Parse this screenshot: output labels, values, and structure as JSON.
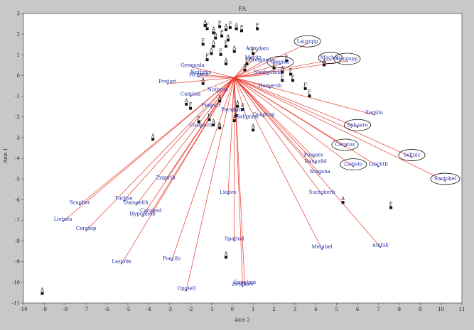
{
  "chart_data": {
    "type": "scatter",
    "title": "FA",
    "xlabel": "Axis 2",
    "ylabel": "Axis 1",
    "xlim": [
      -10,
      11
    ],
    "ylim": [
      -11,
      3
    ],
    "xticks": [
      -10,
      -9,
      -8,
      -7,
      -6,
      -5,
      -4,
      -3,
      -2,
      -1,
      0,
      1,
      2,
      3,
      4,
      5,
      6,
      7,
      8,
      9,
      10,
      11
    ],
    "yticks": [
      3,
      2,
      1,
      0,
      -1,
      -2,
      -3,
      -4,
      -5,
      -6,
      -7,
      -8,
      -9,
      -10,
      -11
    ],
    "origin": [
      0.1,
      -0.1
    ],
    "vector_color": "#e8382a",
    "species_color": "#1f2fa8",
    "species": [
      {
        "name": "Lauropp",
        "x": 3.6,
        "y": 1.55,
        "circled": true
      },
      {
        "name": "Machau",
        "x": 4.7,
        "y": 0.75,
        "circled": true
      },
      {
        "name": "Lauropp",
        "x": 5.5,
        "y": 0.7,
        "circled": true
      },
      {
        "name": "Oppiell",
        "x": 2.3,
        "y": 0.55,
        "circled": true
      },
      {
        "name": "Xenillu",
        "x": 6.8,
        "y": -1.9
      },
      {
        "name": "Sphaero",
        "x": 6.0,
        "y": -2.5,
        "circled": true
      },
      {
        "name": "Ceratoz",
        "x": 5.4,
        "y": -3.45,
        "circled": true
      },
      {
        "name": "Liochth",
        "x": 7.0,
        "y": -4.4
      },
      {
        "name": "Liebsto",
        "x": 5.8,
        "y": -4.4,
        "circled": true
      },
      {
        "name": "Sellnic",
        "x": 8.6,
        "y": -3.95,
        "circled": true
      },
      {
        "name": "Suctobel",
        "x": 10.2,
        "y": -5.1,
        "circled": true
      },
      {
        "name": "Fossere",
        "x": 3.9,
        "y": -3.95
      },
      {
        "name": "Rausufel",
        "x": 4.0,
        "y": -4.25
      },
      {
        "name": "Stagana",
        "x": 4.2,
        "y": -4.75
      },
      {
        "name": "Suctoberb",
        "x": 4.3,
        "y": -5.75
      },
      {
        "name": "Quadrop",
        "x": 1.5,
        "y": -2.0
      },
      {
        "name": "Galumna",
        "x": 0.7,
        "y": -2.1
      },
      {
        "name": "Humerob",
        "x": 1.8,
        "y": -0.6
      },
      {
        "name": "Nanhermia",
        "x": 1.7,
        "y": 0.05
      },
      {
        "name": "Adrodam",
        "x": 1.2,
        "y": 1.2
      },
      {
        "name": "Moritz",
        "x": 1.0,
        "y": 0.75
      },
      {
        "name": "Eremaeus",
        "x": 1.4,
        "y": 0.65
      },
      {
        "name": "Gymnoda",
        "x": -1.9,
        "y": 0.4
      },
      {
        "name": "Nothrus",
        "x": -1.5,
        "y": 0.05
      },
      {
        "name": "Hypoch",
        "x": -1.6,
        "y": -0.05
      },
      {
        "name": "Protori",
        "x": -3.1,
        "y": -0.4
      },
      {
        "name": "Nothrus",
        "x": -0.7,
        "y": -0.8
      },
      {
        "name": "Camisia",
        "x": -2.0,
        "y": -1.0
      },
      {
        "name": "Fenestr",
        "x": -1.0,
        "y": -1.55
      },
      {
        "name": "Paradam",
        "x": 0.0,
        "y": -1.75
      },
      {
        "name": "Cosmoch",
        "x": -1.5,
        "y": -2.5
      },
      {
        "name": "Zygorib",
        "x": -3.2,
        "y": -5.05
      },
      {
        "name": "Liodes",
        "x": -0.2,
        "y": -5.75
      },
      {
        "name": "Tuchse",
        "x": -5.2,
        "y": -6.05
      },
      {
        "name": "Damaeith",
        "x": -4.6,
        "y": -6.25
      },
      {
        "name": "Carabod",
        "x": -3.9,
        "y": -6.65
      },
      {
        "name": "Hypophob",
        "x": -4.3,
        "y": -6.8
      },
      {
        "name": "Scapher",
        "x": -7.3,
        "y": -6.25
      },
      {
        "name": "Liebsta",
        "x": -8.1,
        "y": -7.05
      },
      {
        "name": "Ceratop",
        "x": -7.0,
        "y": -7.5
      },
      {
        "name": "Lasiobe",
        "x": -5.3,
        "y": -9.1
      },
      {
        "name": "Poecilo",
        "x": -2.9,
        "y": -8.95
      },
      {
        "name": "Oppiell",
        "x": -2.2,
        "y": -10.4
      },
      {
        "name": "Spatiod",
        "x": 0.1,
        "y": -8.0
      },
      {
        "name": "Eupelopi",
        "x": 0.6,
        "y": -10.1
      },
      {
        "name": "Zetidaev",
        "x": 0.5,
        "y": -10.2
      },
      {
        "name": "Metabel",
        "x": 4.3,
        "y": -8.4
      },
      {
        "name": "nmfak",
        "x": 7.1,
        "y": -8.3
      }
    ],
    "samples": [
      {
        "label": "A",
        "x": -1.3,
        "y": 2.45
      },
      {
        "label": "F",
        "x": -1.2,
        "y": 2.3
      },
      {
        "label": "A",
        "x": -0.9,
        "y": 2.1
      },
      {
        "label": "F",
        "x": -0.6,
        "y": 2.4
      },
      {
        "label": "A",
        "x": -0.3,
        "y": 2.25
      },
      {
        "label": "F",
        "x": -0.1,
        "y": 2.35
      },
      {
        "label": "A",
        "x": 0.2,
        "y": 2.3
      },
      {
        "label": "F",
        "x": 0.45,
        "y": 2.2
      },
      {
        "label": "F",
        "x": 1.2,
        "y": 2.3
      },
      {
        "label": "A",
        "x": -0.8,
        "y": 1.85
      },
      {
        "label": "F",
        "x": -0.5,
        "y": 1.95
      },
      {
        "label": "A",
        "x": -0.2,
        "y": 1.75
      },
      {
        "label": "F",
        "x": -1.4,
        "y": 1.55
      },
      {
        "label": "A",
        "x": -0.9,
        "y": 1.45
      },
      {
        "label": "F",
        "x": -0.3,
        "y": 1.45
      },
      {
        "label": "A",
        "x": -1.0,
        "y": 1.1
      },
      {
        "label": "F",
        "x": -0.55,
        "y": 1.05
      },
      {
        "label": "A",
        "x": 0.1,
        "y": 1.2
      },
      {
        "label": "F",
        "x": 1.0,
        "y": 1.1
      },
      {
        "label": "F",
        "x": -1.2,
        "y": 0.8
      },
      {
        "label": "A",
        "x": -0.3,
        "y": 0.6
      },
      {
        "label": "F",
        "x": 0.7,
        "y": 0.6
      },
      {
        "label": "F",
        "x": 2.6,
        "y": 0.75
      },
      {
        "label": "A",
        "x": 4.4,
        "y": 0.55
      },
      {
        "label": "F",
        "x": 2.0,
        "y": 0.4
      },
      {
        "label": "A",
        "x": 2.4,
        "y": 0.2
      },
      {
        "label": "F",
        "x": 2.8,
        "y": 0.1
      },
      {
        "label": "A",
        "x": 0.6,
        "y": 0.3
      },
      {
        "label": "F",
        "x": 2.4,
        "y": -0.2
      },
      {
        "label": "F",
        "x": 2.9,
        "y": -0.2
      },
      {
        "label": "F",
        "x": 3.5,
        "y": -0.6
      },
      {
        "label": "F",
        "x": 3.7,
        "y": -0.95
      },
      {
        "label": "A",
        "x": -1.4,
        "y": -0.35
      },
      {
        "label": "A",
        "x": -2.2,
        "y": -1.35
      },
      {
        "label": "F",
        "x": -2.0,
        "y": -1.55
      },
      {
        "label": "A",
        "x": -0.6,
        "y": -1.2
      },
      {
        "label": "A",
        "x": 0.25,
        "y": -1.45
      },
      {
        "label": "F",
        "x": 0.5,
        "y": -1.6
      },
      {
        "label": "F",
        "x": 0.2,
        "y": -1.9
      },
      {
        "label": "F",
        "x": -1.1,
        "y": -2.1
      },
      {
        "label": "A",
        "x": -0.9,
        "y": -2.35
      },
      {
        "label": "A",
        "x": -0.6,
        "y": -2.5
      },
      {
        "label": "F",
        "x": -1.6,
        "y": -2.2
      },
      {
        "label": "A",
        "x": 0.1,
        "y": -2.15
      },
      {
        "label": "A",
        "x": 1.0,
        "y": -2.6
      },
      {
        "label": "A",
        "x": -3.8,
        "y": -3.05
      },
      {
        "label": "A",
        "x": 5.3,
        "y": -6.1
      },
      {
        "label": "F",
        "x": 7.6,
        "y": -6.35
      },
      {
        "label": "A",
        "x": -0.3,
        "y": -8.75
      },
      {
        "label": "A",
        "x": -9.1,
        "y": -10.5
      }
    ]
  }
}
